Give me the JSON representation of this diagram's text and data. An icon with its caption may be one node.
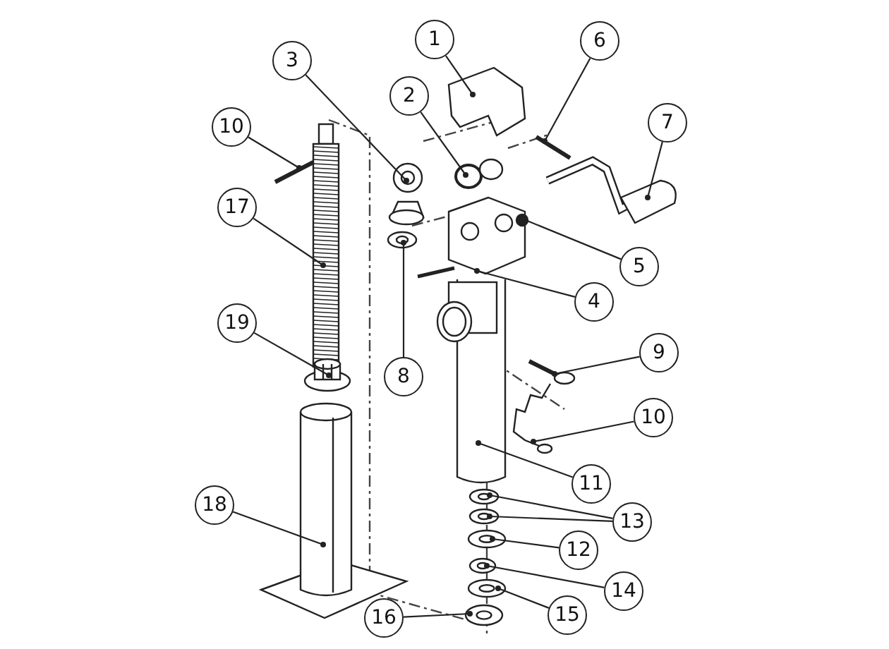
{
  "diagram": {
    "nodes": [
      {
        "text": [
          "1"
        ]
      },
      {
        "text": [
          "6"
        ]
      },
      {
        "text": [
          "3"
        ]
      },
      {
        "text": [
          "2"
        ]
      },
      {
        "text": [
          "7"
        ]
      },
      {
        "text": [
          "10"
        ]
      },
      {
        "text": [
          "17"
        ]
      },
      {
        "text": [
          "5"
        ]
      },
      {
        "text": [
          "4"
        ]
      },
      {
        "text": [
          "19"
        ]
      },
      {
        "text": [
          "9"
        ]
      },
      {
        "text": [
          "8"
        ]
      },
      {
        "text": [
          "10"
        ]
      },
      {
        "text": [
          "11"
        ]
      },
      {
        "text": [
          "18"
        ]
      },
      {
        "text": [
          "13"
        ]
      },
      {
        "text": [
          "12"
        ]
      },
      {
        "text": [
          "14"
        ]
      },
      {
        "text": [
          "15"
        ]
      },
      {
        "text": [
          "16"
        ]
      }
    ],
    "edges": [
      {
        "from": 0,
        "to": null,
        "arrow": "other"
      },
      {
        "from": 1,
        "to": null,
        "arrow": "other"
      },
      {
        "from": 2,
        "to": null,
        "arrow": "other"
      },
      {
        "from": 3,
        "to": null,
        "arrow": "other"
      },
      {
        "from": 4,
        "to": null,
        "arrow": "other"
      },
      {
        "from": 5,
        "to": null,
        "arrow": "other"
      },
      {
        "from": 6,
        "to": null,
        "arrow": "other"
      },
      {
        "from": 7,
        "to": null,
        "arrow": "other"
      },
      {
        "from": 8,
        "to": null,
        "arrow": "other"
      },
      {
        "from": 9,
        "to": null,
        "arrow": "other"
      },
      {
        "from": 10,
        "to": null,
        "arrow": "other"
      },
      {
        "from": 11,
        "to": null,
        "arrow": "other"
      },
      {
        "from": 12,
        "to": null,
        "arrow": "other"
      },
      {
        "from": 13,
        "to": null,
        "arrow": "other"
      },
      {
        "from": 14,
        "to": null,
        "arrow": "other"
      },
      {
        "from": 15,
        "to": null,
        "arrow": "other"
      },
      {
        "from": 15,
        "to": null,
        "arrow": "other"
      },
      {
        "from": 16,
        "to": null,
        "arrow": "other"
      },
      {
        "from": 17,
        "to": null,
        "arrow": "other"
      },
      {
        "from": 18,
        "to": null,
        "arrow": "other"
      },
      {
        "from": 19,
        "to": null,
        "arrow": "other"
      }
    ]
  }
}
